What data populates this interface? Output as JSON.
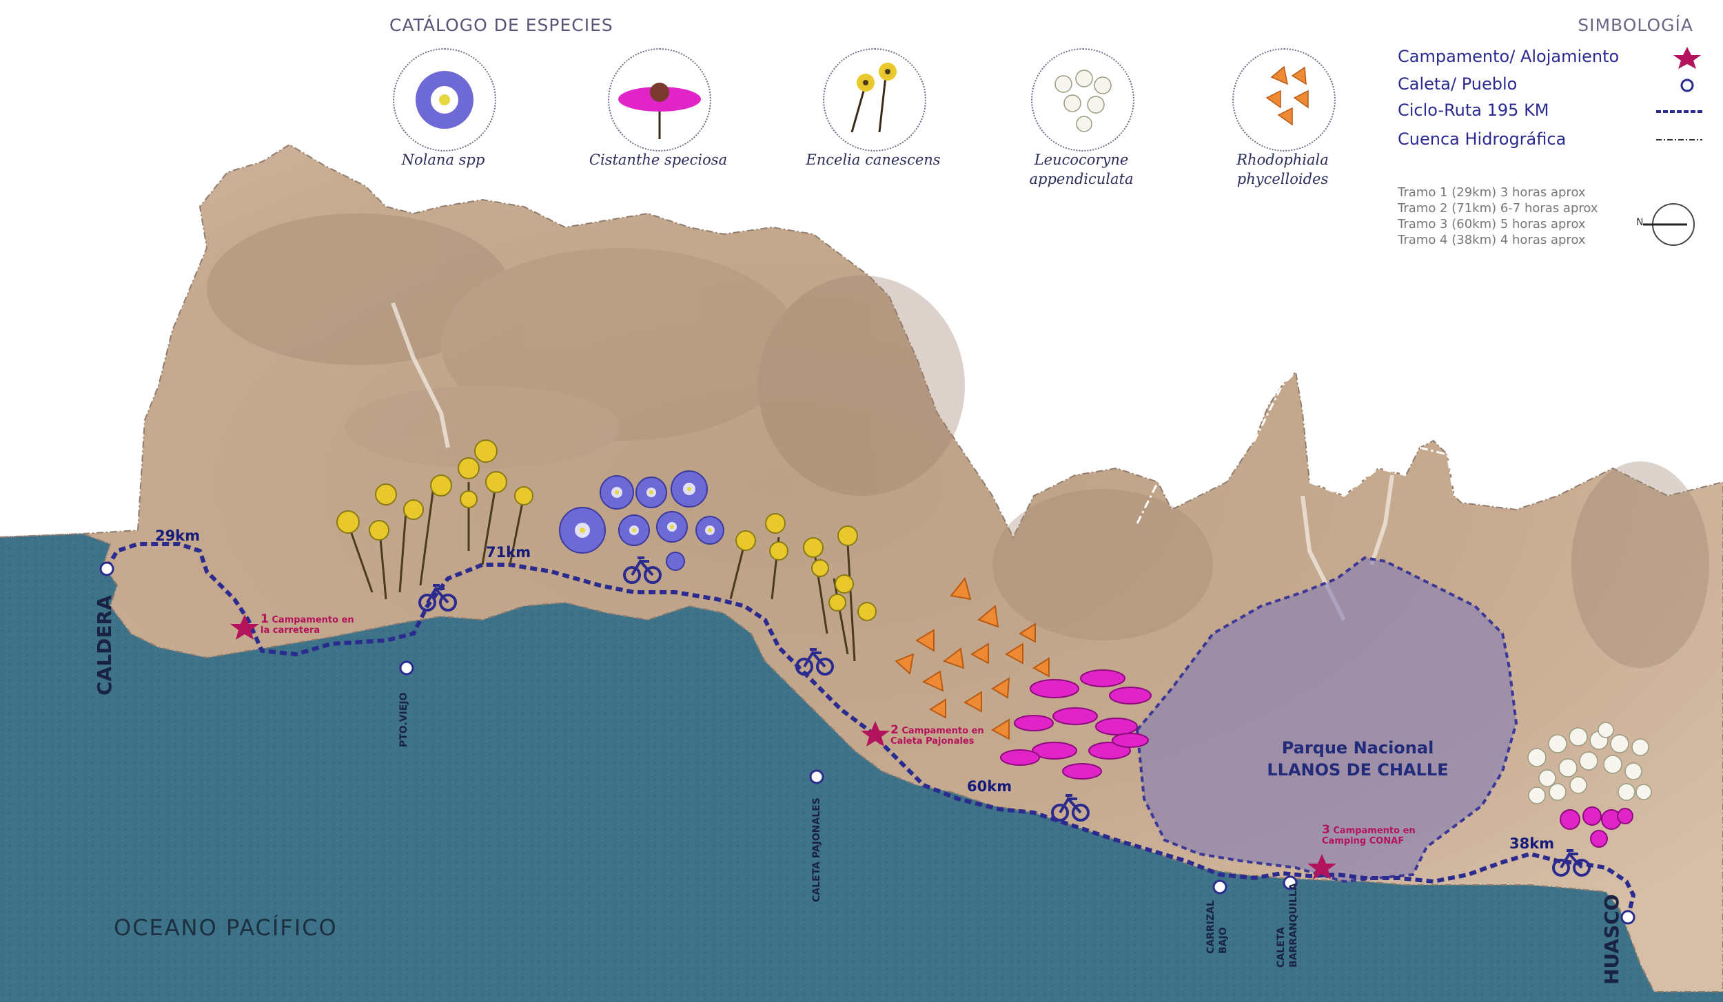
{
  "catalog": {
    "title": "CATÁLOGO DE ESPECIES",
    "species": [
      {
        "name": "Nolana spp",
        "flower": "nolana-flower-icon",
        "color": "#6d6ad6"
      },
      {
        "name": "Cistanthe speciosa",
        "flower": "cistanthe-flower-icon",
        "color": "#e020c8"
      },
      {
        "name": "Encelia canescens",
        "flower": "encelia-flower-icon",
        "color": "#e8c92a"
      },
      {
        "name": "Leucocoryne appendiculata",
        "flower": "leucocoryne-flower-icon",
        "color": "#f2f2ea"
      },
      {
        "name": "Rhodophiala phycelloides",
        "flower": "rhodophiala-flower-icon",
        "color": "#f08a30"
      }
    ]
  },
  "legend": {
    "title": "SIMBOLOGÍA",
    "items": [
      {
        "label": "Campamento/ Alojamiento",
        "symbol": "star-icon",
        "color": "#b3125c"
      },
      {
        "label": "Caleta/ Pueblo",
        "symbol": "circle-icon",
        "color": "#2b2a8e"
      },
      {
        "label": "Ciclo-Ruta 195 KM",
        "symbol": "dashed-line-icon",
        "color": "#2b2a8e"
      },
      {
        "label": "Cuenca Hidrográfica",
        "symbol": "dash-dot-line-icon",
        "color": "#222222"
      }
    ],
    "tramos": [
      "Tramo 1 (29km) 3 horas aprox",
      "Tramo 2 (71km) 6-7 horas aprox",
      "Tramo 3 (60km) 5 horas aprox",
      "Tramo 4 (38km) 4 horas aprox"
    ],
    "north": "N"
  },
  "map": {
    "ocean": "OCEANO PACÍFICO",
    "park": {
      "line1": "Parque Nacional",
      "line2": "LLANOS DE CHALLE"
    },
    "towns": [
      {
        "name": "CALDERA"
      },
      {
        "name": "PTO.VIEJO"
      },
      {
        "name": "CALETA PAJONALES"
      },
      {
        "name": "CARRIZAL BAJO"
      },
      {
        "name": "CALETA BARRANQUILLA"
      },
      {
        "name": "HUASCO"
      }
    ],
    "segments": [
      "29km",
      "71km",
      "60km",
      "38km"
    ],
    "camps": [
      {
        "num": "1",
        "line1": "Campamento en",
        "line2": "la carretera"
      },
      {
        "num": "2",
        "line1": "Campamento en",
        "line2": "Caleta Pajonales"
      },
      {
        "num": "3",
        "line1": "Campamento en",
        "line2": "Camping CONAF"
      }
    ],
    "colors": {
      "ocean": "#3a6f86",
      "land": "#c9ab94",
      "route": "#2b2a8e",
      "camp": "#b3125c",
      "park": "#7b77b8"
    }
  }
}
